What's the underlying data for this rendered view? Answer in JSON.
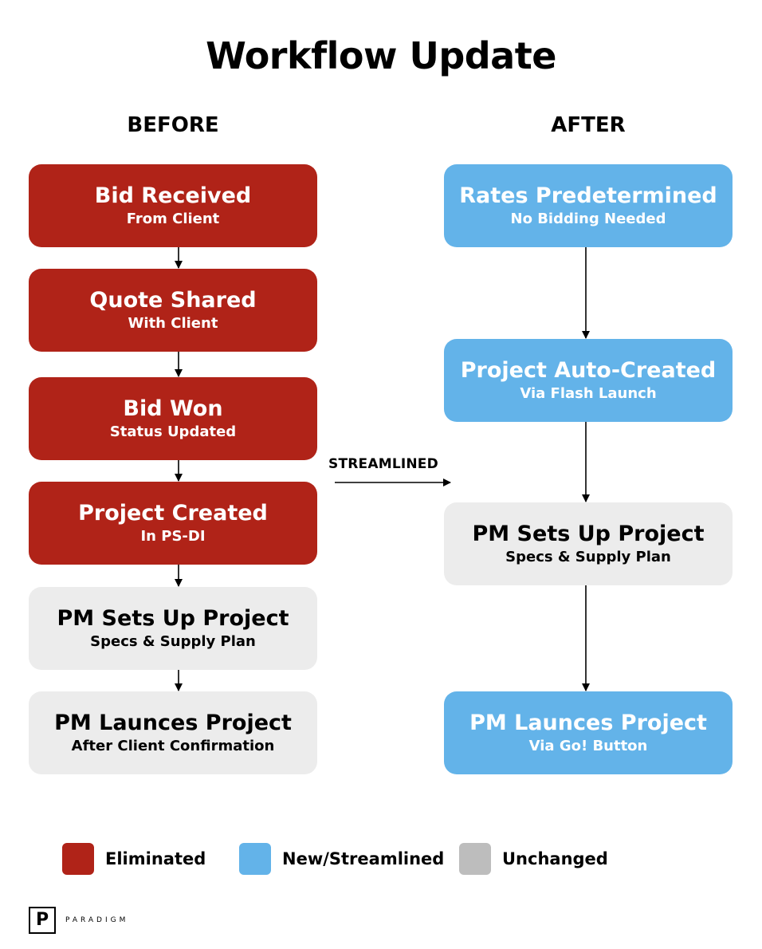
{
  "title": "Workflow Update",
  "columns": {
    "before": "BEFORE",
    "after": "AFTER"
  },
  "before_steps": [
    {
      "title": "Bid Received",
      "subtitle": "From Client",
      "status": "Eliminated"
    },
    {
      "title": "Quote Shared",
      "subtitle": "With Client",
      "status": "Eliminated"
    },
    {
      "title": "Bid Won",
      "subtitle": "Status Updated",
      "status": "Eliminated"
    },
    {
      "title": "Project Created",
      "subtitle": "In PS-DI",
      "status": "Eliminated"
    },
    {
      "title": "PM Sets Up Project",
      "subtitle": "Specs & Supply Plan",
      "status": "Unchanged"
    },
    {
      "title": "PM Launces Project",
      "subtitle": "After Client Confirmation",
      "status": "Unchanged"
    }
  ],
  "after_steps": [
    {
      "title": "Rates Predetermined",
      "subtitle": "No Bidding Needed",
      "status": "New/Streamlined"
    },
    {
      "title": "Project Auto-Created",
      "subtitle": "Via Flash Launch",
      "status": "New/Streamlined"
    },
    {
      "title": "PM Sets Up Project",
      "subtitle": "Specs & Supply Plan",
      "status": "Unchanged"
    },
    {
      "title": "PM Launces Project",
      "subtitle": "Via Go! Button",
      "status": "New/Streamlined"
    }
  ],
  "transition_label": "STREAMLINED",
  "legend": [
    {
      "label": "Eliminated",
      "color": "#b02318"
    },
    {
      "label": "New/Streamlined",
      "color": "#63b3e9"
    },
    {
      "label": "Unchanged",
      "color": "#bdbdbd"
    }
  ],
  "logo": {
    "mark": "P",
    "name": "PARADIGM"
  }
}
